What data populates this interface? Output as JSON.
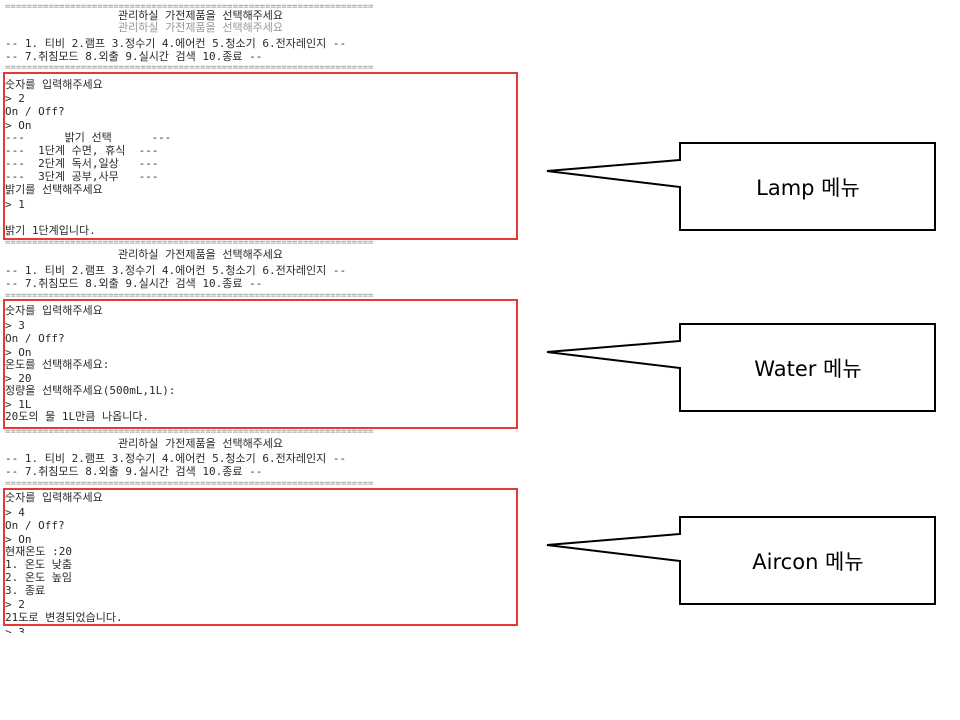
{
  "console": {
    "rule": "====================================================================",
    "header_title": "관리하실 가전제품을 선택해주세요",
    "header_ghost": "관리하실 가전제품을 선택해주세요",
    "menu_line1": "-- 1. 티비 2.램프 3.정수기 4.에어컨 5.청소기 6.전자레인지 --",
    "menu_line2": "-- 7.취침모드 8.외출 9.실시간 검색 10.종료 --",
    "lamp": [
      "숫자를 입력해주세요",
      "> 2",
      "On / Off?",
      "> On",
      "---      밝기 선택      ---",
      "---  1단계 수면, 휴식  ---",
      "---  2단계 독서,일상   ---",
      "---  3단계 공부,사무   ---",
      "밝기를 선택해주세요",
      "> 1",
      "",
      "밝기 1단계입니다."
    ],
    "water": [
      "숫자를 입력해주세요",
      "> 3",
      "On / Off?",
      "> On",
      "온도를 선택해주세요:",
      "> 20",
      "정량을 선택해주세요(500mL,1L):",
      "> 1L",
      "20도의 물 1L만큼 나옵니다."
    ],
    "aircon": [
      "숫자를 입력해주세요",
      "> 4",
      "On / Off?",
      "> On",
      "현재온도 :20",
      "1. 온도 낮춤",
      "2. 온도 높임",
      "3. 종료",
      "> 2",
      "21도로 변경되었습니다."
    ],
    "trailing": "> 3"
  },
  "callouts": {
    "lamp": "Lamp 메뉴",
    "water": "Water 메뉴",
    "aircon": "Aircon 메뉴"
  },
  "colors": {
    "highlight_border": "#e53935",
    "text": "#2a2a2a"
  }
}
